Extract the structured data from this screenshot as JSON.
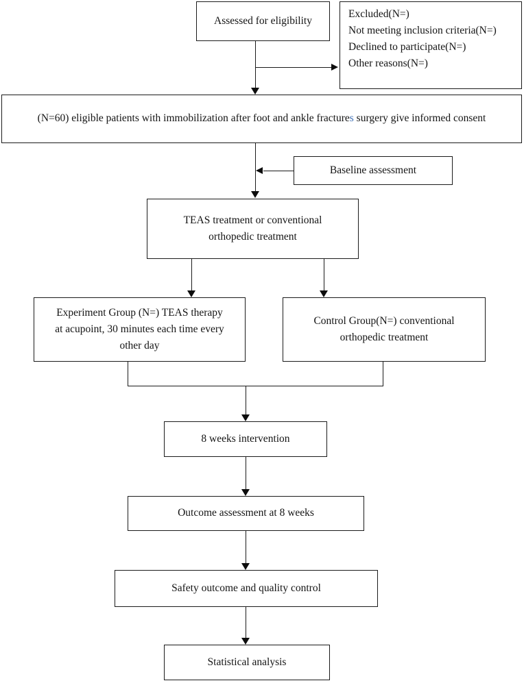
{
  "diagram": {
    "title": "CONSORT-style trial flow diagram",
    "type": "flowchart",
    "orientation": "top-to-bottom",
    "colors": {
      "box_border": "#1a1a1a",
      "box_fill": "#ffffff",
      "text": "#141414",
      "arrow": "#0d0d0d",
      "highlight_blue": "#3d6fb4"
    }
  },
  "nodes": {
    "assessed": {
      "label": "Assessed for eligibility"
    },
    "excluded": {
      "lines": [
        "Excluded(N=)",
        "Not meeting inclusion criteria(N=)",
        "Declined to participate(N=)",
        "Other reasons(N=)"
      ]
    },
    "enrolled": {
      "text_before": "(N=60) eligible patients with immobilization after foot and ankle fracture",
      "text_highlight": "s",
      "text_after": " surgery give informed consent"
    },
    "baseline": {
      "label": "Baseline assessment"
    },
    "allocation": {
      "lines": [
        "TEAS treatment or conventional",
        "orthopedic treatment"
      ]
    },
    "experiment_group": {
      "lines": [
        "Experiment Group (N=) TEAS therapy",
        "at acupoint, 30 minutes each time every",
        "other day"
      ]
    },
    "control_group": {
      "lines": [
        "Control Group(N=) conventional",
        "orthopedic treatment"
      ]
    },
    "intervention": {
      "label": "8 weeks intervention"
    },
    "outcome": {
      "label": "Outcome assessment at 8 weeks"
    },
    "safety": {
      "label": "Safety outcome and quality control"
    },
    "statistics": {
      "label": "Statistical analysis"
    }
  }
}
